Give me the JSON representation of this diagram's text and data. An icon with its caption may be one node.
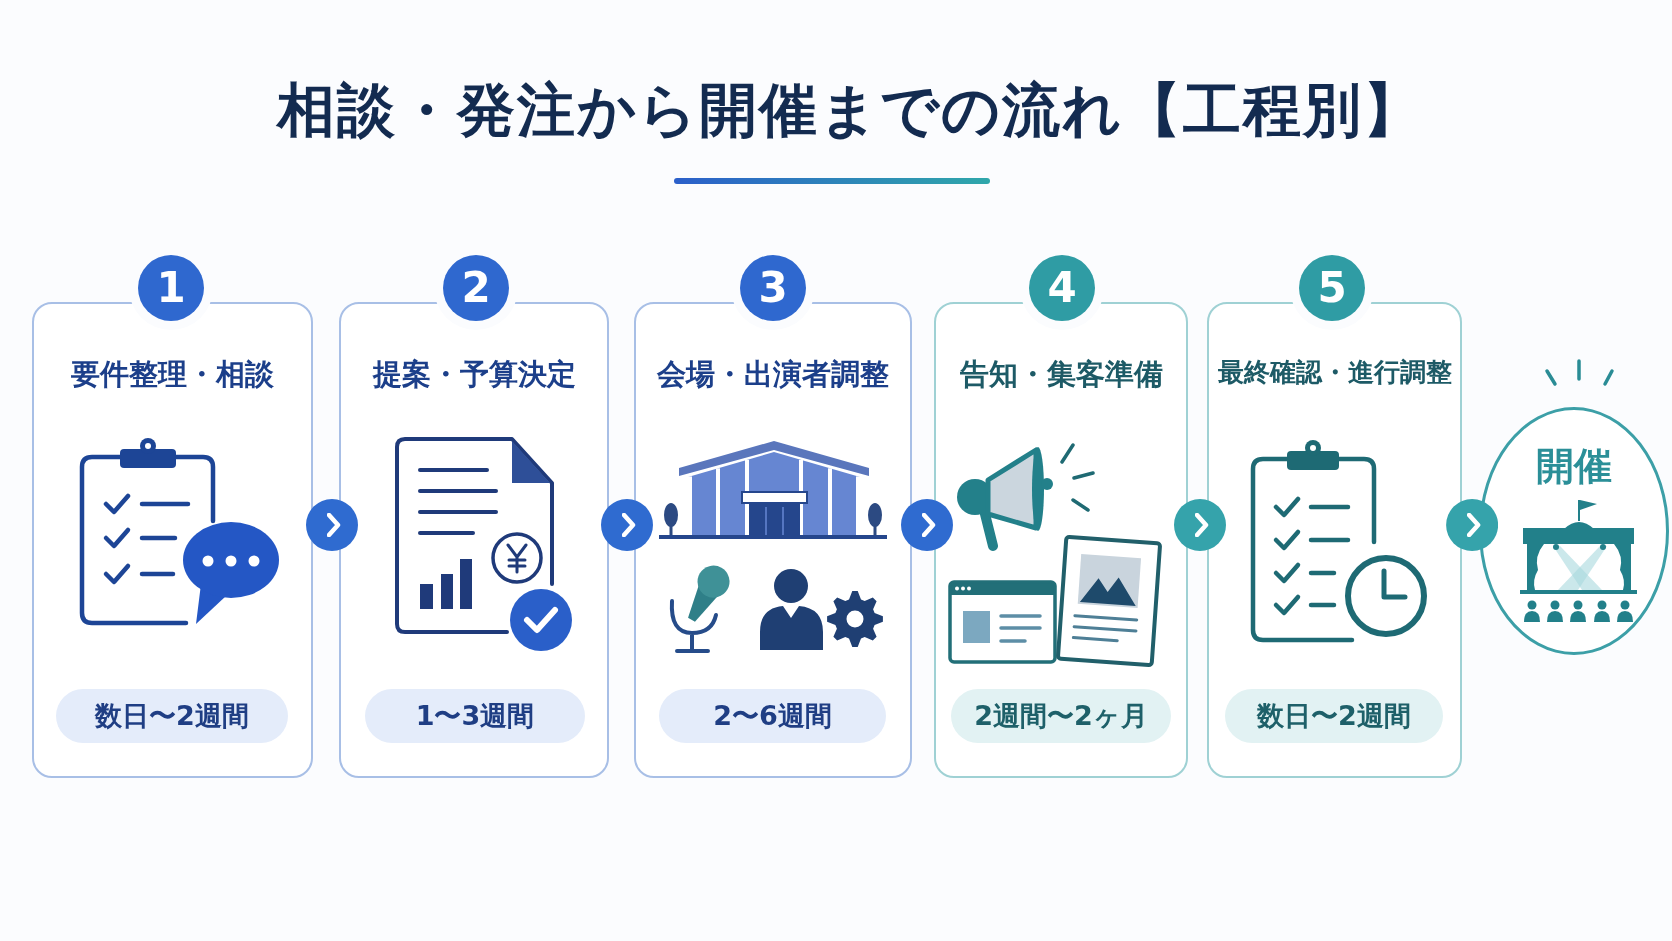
{
  "diagram": {
    "title": "相談・発注から開催までの流れ【工程別】",
    "nodes": [
      {
        "text": [
          "1"
        ]
      },
      {
        "text": [
          "要件整理・相談"
        ]
      },
      {
        "text": [
          "数日〜2週間"
        ],
        "in": 1
      },
      {
        "text": [
          "2"
        ]
      },
      {
        "text": [
          "提案・予算決定"
        ]
      },
      {
        "text": [
          "1〜3週間"
        ],
        "in": 4
      },
      {
        "text": [
          "3"
        ]
      },
      {
        "text": [
          "会場・出演者調整"
        ]
      },
      {
        "text": [
          "2〜6週間"
        ],
        "in": 7
      },
      {
        "text": [
          "4"
        ]
      },
      {
        "text": [
          "告知・集客準備"
        ]
      },
      {
        "text": [
          "2週間〜2ヶ月"
        ],
        "in": 10
      },
      {
        "text": [
          "5"
        ]
      },
      {
        "text": [
          "最終確認・進行調整"
        ]
      },
      {
        "text": [
          "数日〜2週間"
        ],
        "in": 13
      },
      {
        "text": [
          "開催"
        ]
      }
    ],
    "edges": [
      {
        "from": 1,
        "to": 4,
        "arrow": "to"
      },
      {
        "from": 4,
        "to": 7,
        "arrow": "to"
      },
      {
        "from": 7,
        "to": 10,
        "arrow": "to"
      },
      {
        "from": 10,
        "to": 13,
        "arrow": "to",
        "color": "#35a3ab"
      },
      {
        "from": 13,
        "to": 15,
        "arrow": "to",
        "color": "#35a3ab"
      }
    ]
  }
}
